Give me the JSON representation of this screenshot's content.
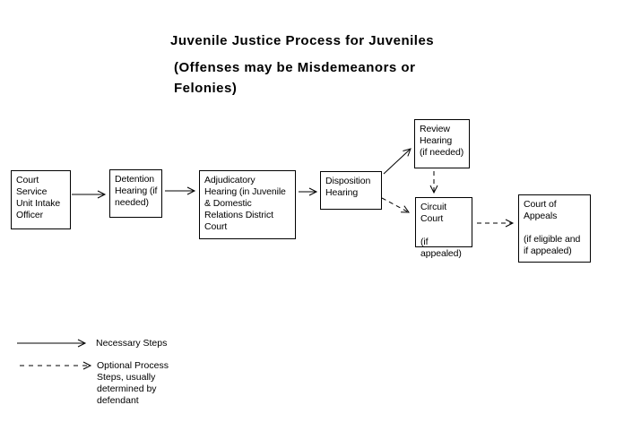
{
  "colors": {
    "background": "#ffffff",
    "ink": "#000000"
  },
  "title": {
    "line1": "Juvenile Justice Process for Juveniles",
    "subtitle_lines": [
      "(Offenses may be Misdemeanors or",
      "Felonies)"
    ]
  },
  "flowchart": {
    "boxes": {
      "intake": {
        "lines": [
          "Court",
          "Service",
          "Unit Intake",
          "Officer"
        ]
      },
      "detention": {
        "lines": [
          "Detention",
          "Hearing (if",
          "needed)"
        ]
      },
      "adjudicatory": {
        "lines": [
          "Adjudicatory",
          "Hearing (in Juvenile",
          "& Domestic",
          "Relations District",
          "Court"
        ]
      },
      "disposition": {
        "lines": [
          "Disposition",
          "Hearing"
        ]
      },
      "review": {
        "lines": [
          "Review",
          "Hearing",
          "(if needed)"
        ]
      },
      "circuit": {
        "lines": [
          "Circuit Court",
          "",
          "(if appealed)"
        ]
      },
      "appeals": {
        "lines": [
          "Court of",
          "Appeals",
          "",
          "(if eligible and",
          "if appealed)"
        ]
      }
    },
    "connections": [
      {
        "from": "intake",
        "to": "detention",
        "type": "necessary"
      },
      {
        "from": "detention",
        "to": "adjudicatory",
        "type": "necessary"
      },
      {
        "from": "adjudicatory",
        "to": "disposition",
        "type": "necessary"
      },
      {
        "from": "disposition",
        "to": "review",
        "type": "necessary"
      },
      {
        "from": "review",
        "to": "circuit",
        "type": "optional"
      },
      {
        "from": "disposition",
        "to": "circuit",
        "type": "optional"
      },
      {
        "from": "circuit",
        "to": "appeals",
        "type": "optional"
      }
    ]
  },
  "legend": {
    "necessary_label": "Necessary Steps",
    "optional_label_lines": [
      "Optional Process",
      "Steps, usually",
      "determined by",
      "defendant"
    ]
  }
}
